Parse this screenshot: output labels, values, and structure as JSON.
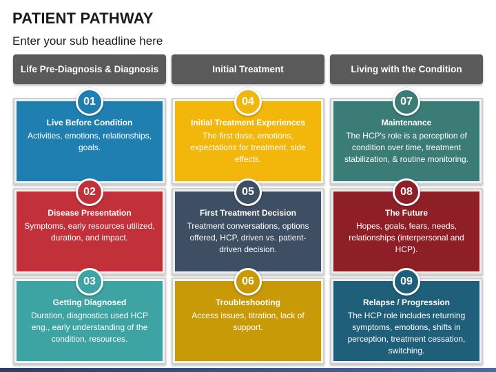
{
  "page": {
    "title": "PATIENT PATHWAY",
    "subtitle": "Enter your sub headline here"
  },
  "columns": [
    {
      "label": "Life Pre-Diagnosis & Diagnosis"
    },
    {
      "label": "Initial Treatment"
    },
    {
      "label": "Living with the Condition"
    }
  ],
  "steps": [
    {
      "number": "01",
      "title": "Live Before Condition",
      "body": "Activities, emotions, relationships, goals.",
      "color": "#1f7fb0"
    },
    {
      "number": "02",
      "title": "Disease Presentation",
      "body": "Symptoms, early resources utilized, duration, and impact.",
      "color": "#c2303a"
    },
    {
      "number": "03",
      "title": "Getting Diagnosed",
      "body": "Duration, diagnostics used HCP eng., early understanding of the condition, resources.",
      "color": "#3ea3a3"
    },
    {
      "number": "04",
      "title": "Initial Treatment Experiences",
      "body": "The first dose, emotions, expectations for treatment, side effects.",
      "color": "#f2b70a"
    },
    {
      "number": "05",
      "title": "First Treatment Decision",
      "body": "Treatment conversations, options offered, HCP, driven vs. patient-driven decision.",
      "color": "#3f4f63"
    },
    {
      "number": "06",
      "title": "Troubleshooting",
      "body": "Access issues, titration, lack of support.",
      "color": "#c99a08"
    },
    {
      "number": "07",
      "title": "Maintenance",
      "body": "The HCP's role is a perception of condition over time, treatment stabilization, & routine monitoring.",
      "color": "#3b7c77"
    },
    {
      "number": "08",
      "title": "The Future",
      "body": "Hopes, goals, fears, needs, relationships (interpersonal and HCP).",
      "color": "#8e1f26"
    },
    {
      "number": "09",
      "title": "Relapse / Progression",
      "body": "The HCP role includes returning symptoms, emotions, shifts in perception, treatment cessation, switching.",
      "color": "#1f5f7a"
    }
  ]
}
